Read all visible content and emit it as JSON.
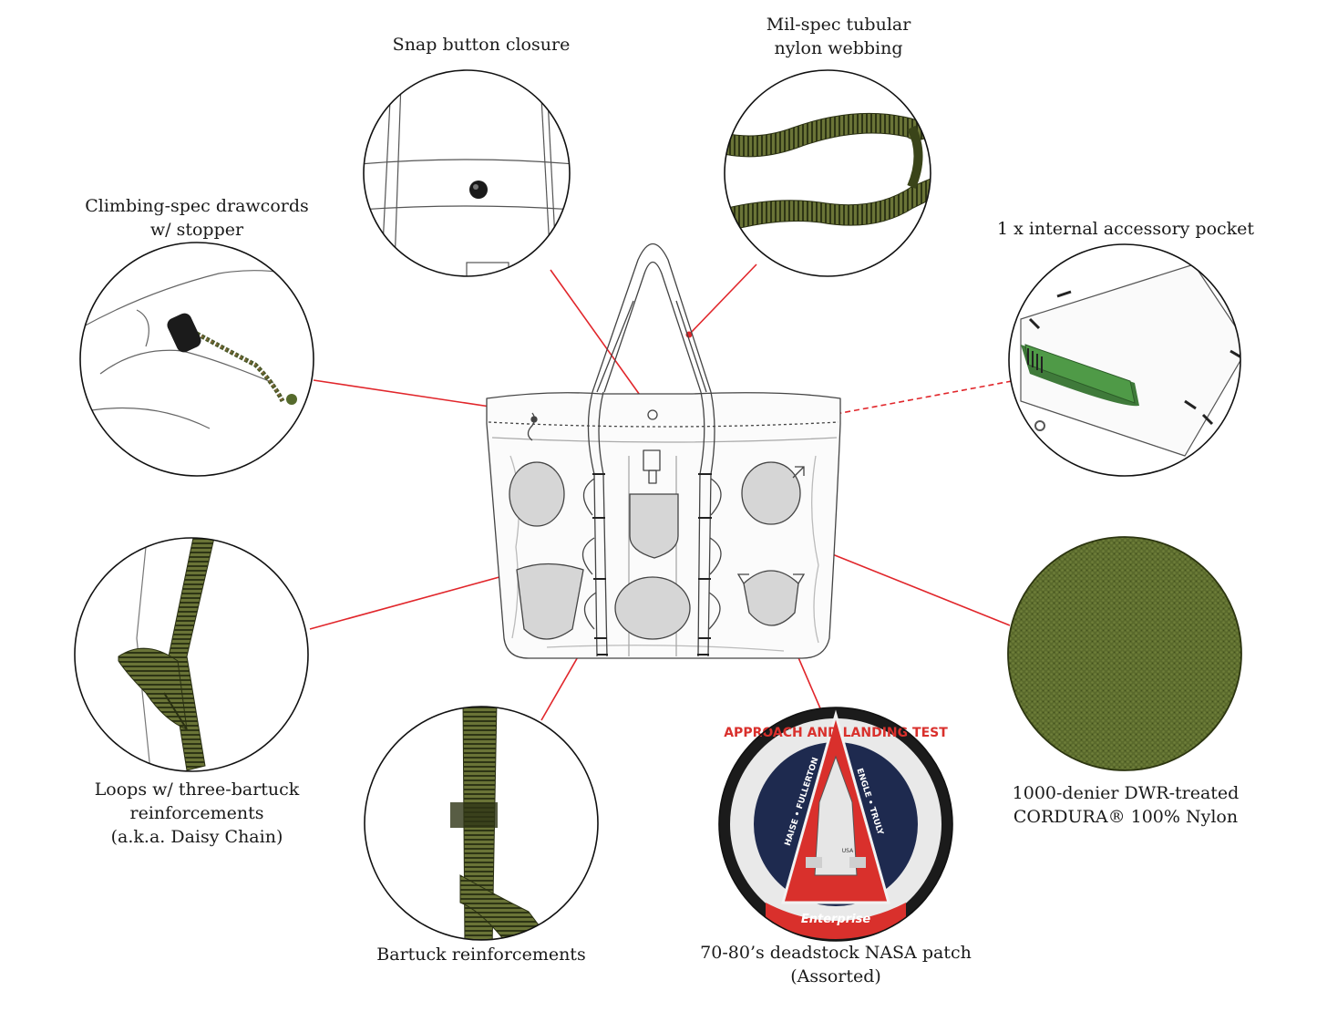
{
  "colors": {
    "leader_line": "#e1262b",
    "olive": "#5d6a33",
    "olive_dark": "#3f4a22",
    "outline": "#555555",
    "patch_red": "#d9302c",
    "patch_navy": "#1e2a4f"
  },
  "callouts": [
    {
      "id": "snap",
      "lines": [
        "Snap button closure"
      ],
      "detail": "snap-button-closeup"
    },
    {
      "id": "webbing",
      "lines": [
        "Mil-spec tubular",
        "nylon webbing"
      ],
      "detail": "webbing-closeup"
    },
    {
      "id": "drawcords",
      "lines": [
        "Climbing-spec drawcords",
        "w/ stopper"
      ],
      "detail": "drawcord-closeup"
    },
    {
      "id": "pocket",
      "lines": [
        "1 x internal accessory pocket"
      ],
      "detail": "pocket-closeup"
    },
    {
      "id": "loops",
      "lines": [
        "Loops w/ three-bartuck",
        "reinforcements",
        "(a.k.a. Daisy Chain)"
      ],
      "detail": "daisy-chain-closeup"
    },
    {
      "id": "cordura",
      "lines": [
        "1000-denier DWR-treated",
        "CORDURA® 100% Nylon"
      ],
      "detail": "cordura-closeup"
    },
    {
      "id": "bartuck",
      "lines": [
        "Bartuck reinforcements"
      ],
      "detail": "bartuck-closeup"
    },
    {
      "id": "nasa",
      "lines": [
        "70-80’s deadstock NASA patch",
        "(Assorted)"
      ],
      "detail": "nasa-patch-closeup"
    }
  ],
  "patch": {
    "ring_top": "APPROACH AND LANDING TEST",
    "crew_left": "HAISE • FULLERTON",
    "crew_right": "ENGLE • TRULY",
    "orbiter": "Enterprise",
    "usa": "USA"
  }
}
